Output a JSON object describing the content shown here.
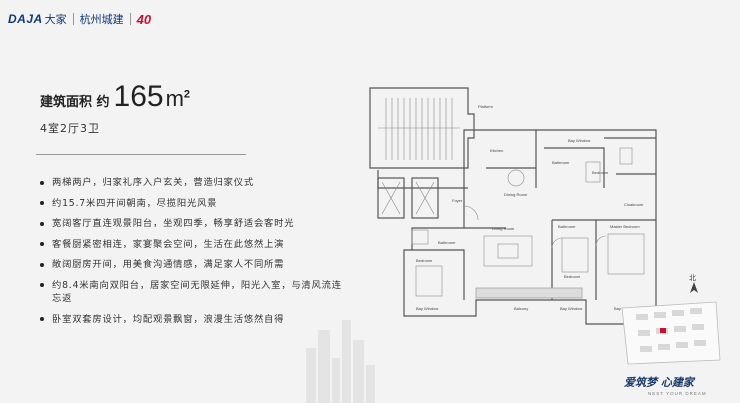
{
  "header": {
    "brand_en": "DAJA",
    "brand_cn": "大家",
    "city": "杭州城建",
    "anniv": "40"
  },
  "area": {
    "label": "建筑面积 约",
    "number": "165",
    "unit": "m",
    "unit_sup": "2"
  },
  "rooms": "4室2厅3卫",
  "features": [
    "两梯两户，归家礼序入户玄关，营造归家仪式",
    "约15.7米四开间朝南，尽揽阳光风景",
    "宽阔客厅直连观景阳台，坐观四季，畅享舒适会客时光",
    "客餐厨紧密相连，家宴聚会空间，生活在此悠然上演",
    "敞阔厨房开间，用美食沟通情感，满足家人不同所需",
    "约8.4米南向双阳台，居家空间无限延伸，阳光入室，与清风流连忘返",
    "卧室双套房设计，均配观景飘窗，浪漫生活悠然自得"
  ],
  "plan_labels": {
    "platform": "Platform",
    "kitchen": "Kitchen",
    "dining": "Dining Room",
    "foyer": "Foyer",
    "bay_window_n": "Bay Window",
    "bathroom_n": "Bathroom",
    "bedroom_ne": "Bedroom",
    "cloakroom": "Cloakroom",
    "living": "Living Room",
    "bedroom_e": "Master Bedroom",
    "bathroom_c": "Bathroom",
    "bedroom_w": "Bedroom",
    "bathroom_w": "Bathroom",
    "bedroom_c": "Bedroom",
    "balcony": "Balcony",
    "bay_window_s1": "Bay Window",
    "bay_window_s2": "Bay Window",
    "bay_window_s3": "Bay Window"
  },
  "compass_label": "北",
  "slogan": "爱筑梦 心建家",
  "slogan_en": "NEST YOUR DREAM",
  "colors": {
    "brand_blue": "#0d3a7a",
    "brand_red": "#c8102e",
    "line": "#555555"
  }
}
